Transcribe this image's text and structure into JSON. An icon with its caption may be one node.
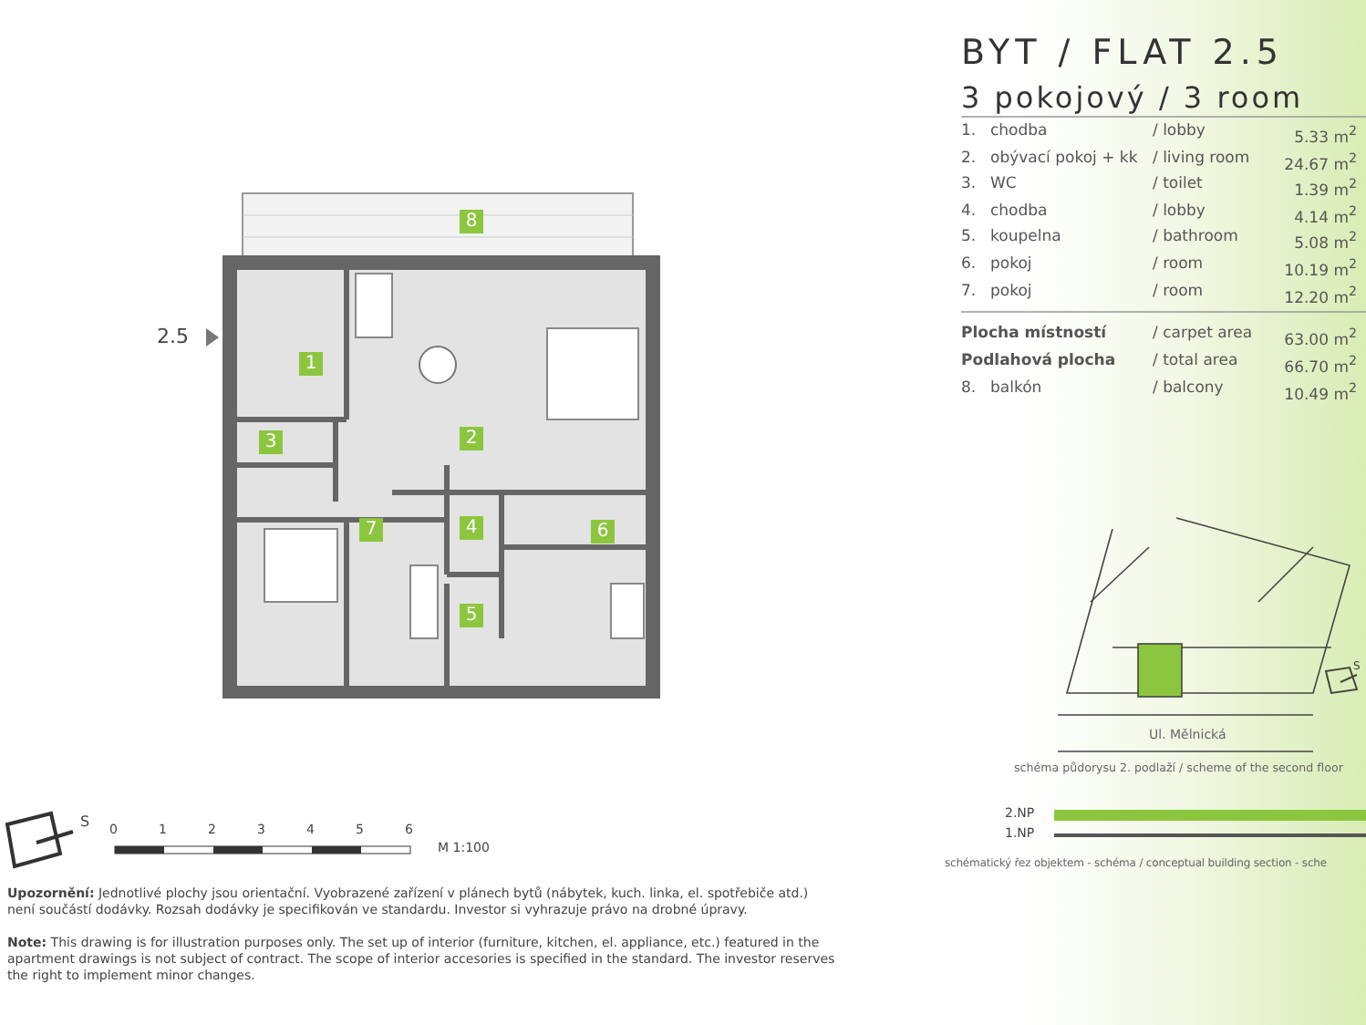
{
  "diagram": {
    "title": "BYT / FLAT 2.5",
    "labels": [
      "3 pokojový / 3 room",
      "1.",
      "chodba",
      "/ lobby",
      "5.33 m$^{2}$",
      "2.",
      "obývací pokoj + kk",
      "/ living room",
      "24.67 m$^{2}$",
      "3.",
      "WC",
      "/ toilet",
      "1.39 m$^{2}$",
      "4.",
      "chodba",
      "/ lobby",
      "4.14 m$^{2}$",
      "5.",
      "koupelna",
      "/ bathroom",
      "5.08 m$^{2}$",
      "6.",
      "pokoj",
      "/ room",
      "10.19 m$^{2}$",
      "7.",
      "pokoj",
      "/ room",
      "12.20 m$^{2}$",
      "Plocha místností",
      "/ carpet area",
      "63.00 m$^{2}$",
      "Podlahová plocha",
      "/ total area",
      "66.70 m$^{2}$",
      "8.",
      "balkón",
      "/ balcony",
      "10.49 m$^{2}$",
      "8",
      "2.5",
      "1",
      "3",
      "2",
      "7",
      "4",
      "6",
      "5",
      "S",
      "Ul. Mělnická",
      "schéma půdorysu 2. podlaží / scheme of the second floor",
      "2.NP",
      "1.NP",
      "schématický řez objektem - schéma / conceptual building section - sche",
      "S",
      "0",
      "1",
      "2",
      "3",
      "4",
      "5",
      "6",
      "M 1:100",
      "**Upozornění:** Jednotlivé plochy jsou orientační. Vyobrazené zařízení v plánech bytů (nábytek, kuch. linka, el. spotřebiče atd.) není součástí dodávky. Rozsah dodávky je specifikován ve standardu. Investor si vyhrazuje právo na drobné úpravy.",
      "**Note:** This drawing is for illustration purposes only. The set up of interior (furniture, kitchen, el. appliance, etc.) featured in the apartment drawings is not subject of contract. The scope of interior accesories is specified in the standard. The investor reserves the right to implement minor changes."
    ]
  }
}
